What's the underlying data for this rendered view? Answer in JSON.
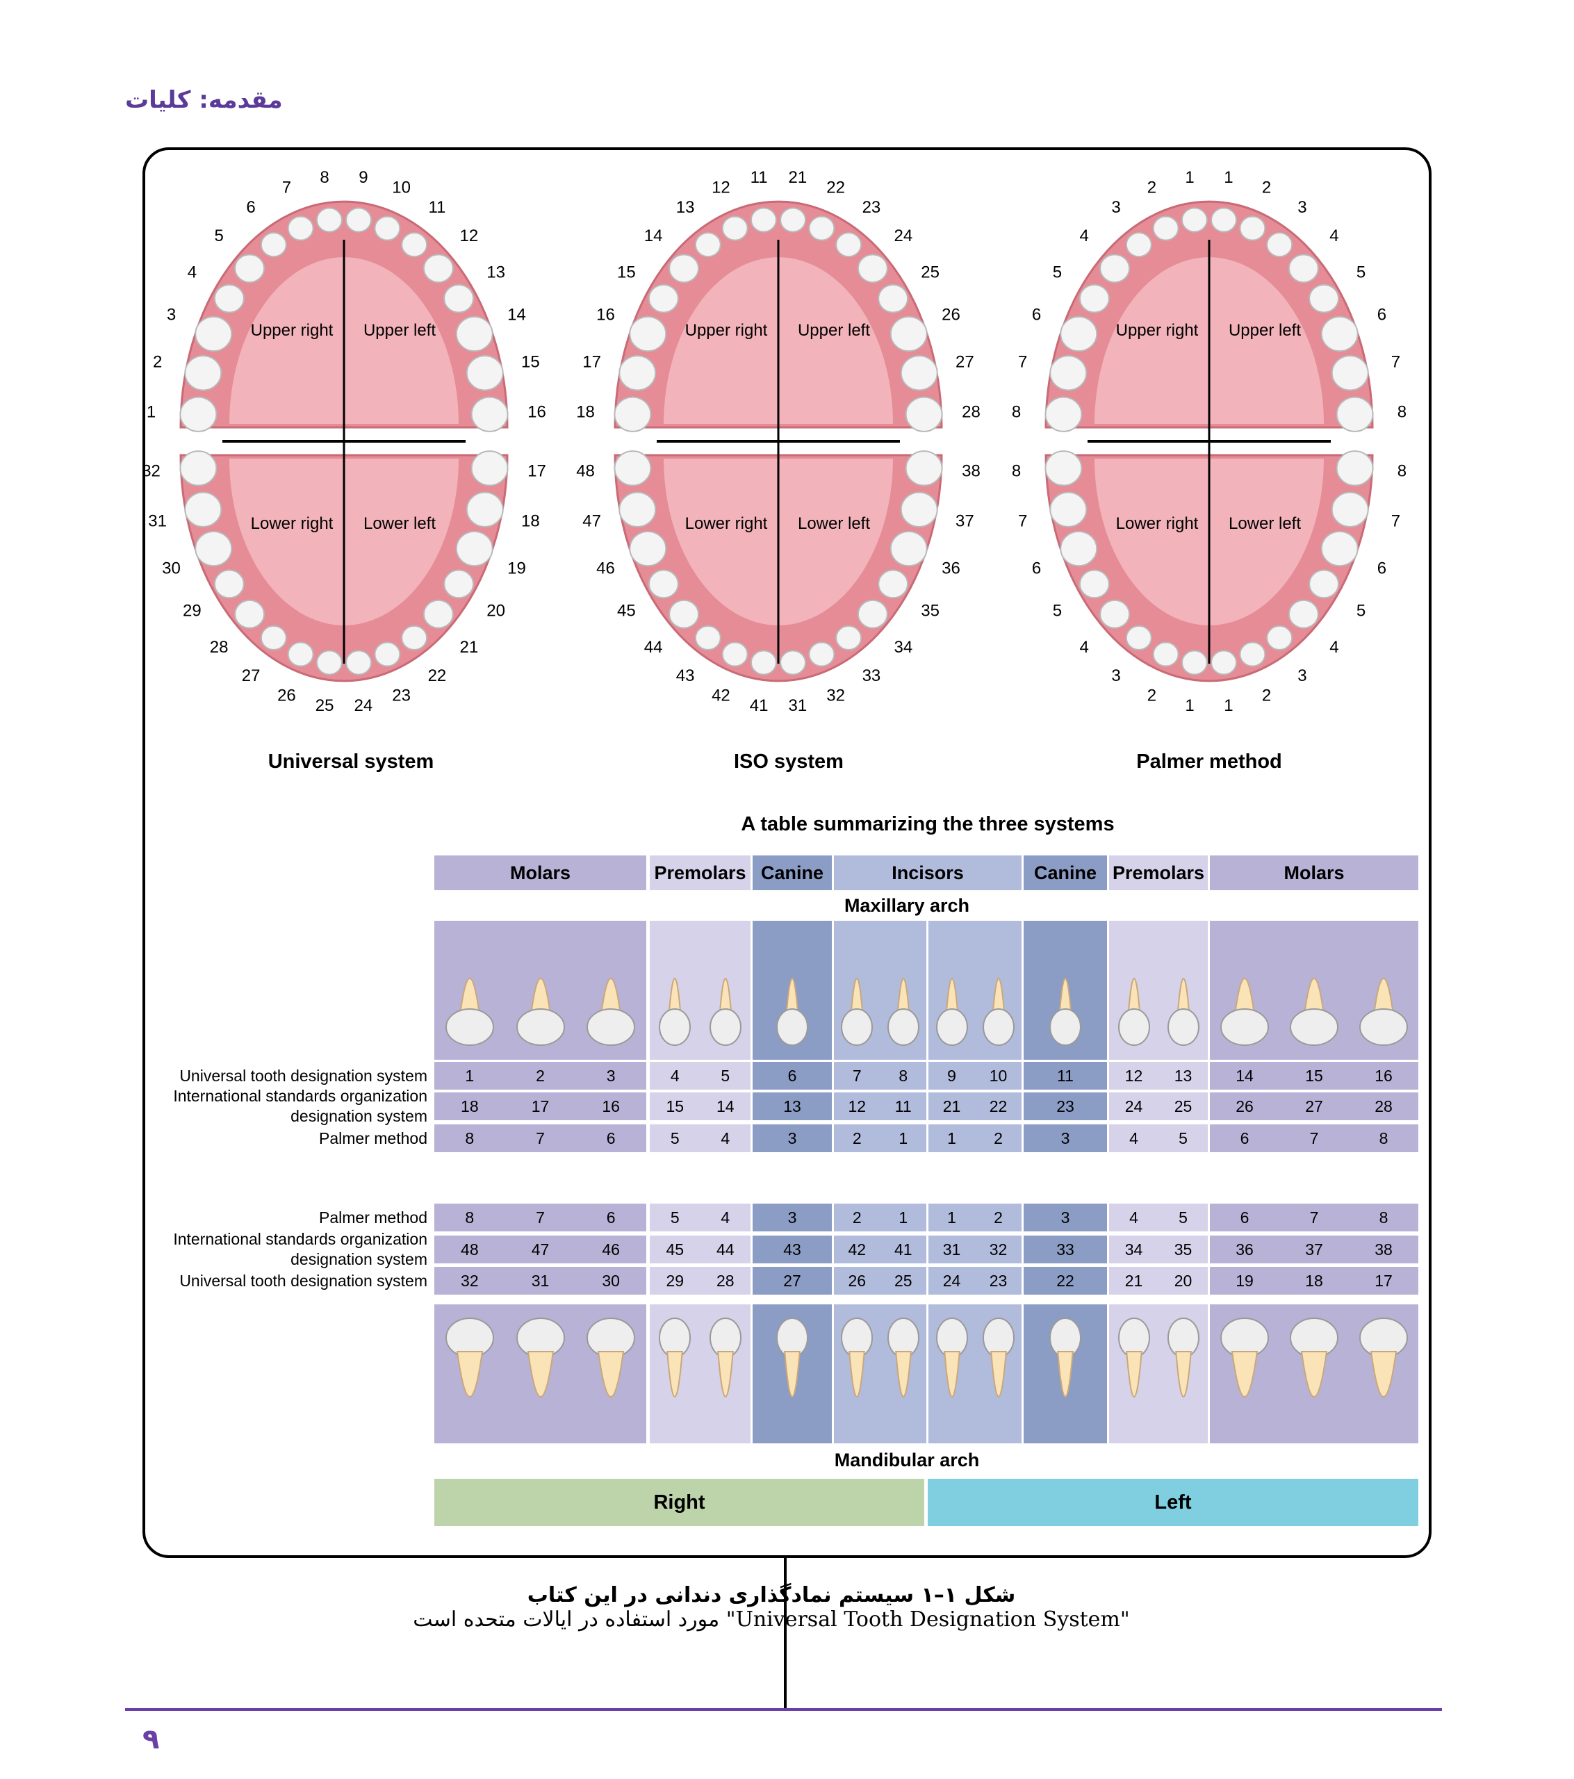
{
  "header": {
    "running_title": "مقدمه: کلیات"
  },
  "arches": [
    {
      "title": "Universal system",
      "upper_numbers": [
        "1",
        "2",
        "3",
        "4",
        "5",
        "6",
        "7",
        "8",
        "9",
        "10",
        "11",
        "12",
        "13",
        "14",
        "15",
        "16"
      ],
      "lower_numbers": [
        "17",
        "18",
        "19",
        "20",
        "21",
        "22",
        "23",
        "24",
        "25",
        "26",
        "27",
        "28",
        "29",
        "30",
        "31",
        "32"
      ],
      "quadrants": {
        "ur": "Upper right",
        "ul": "Upper left",
        "lr": "Lower right",
        "ll": "Lower left"
      }
    },
    {
      "title": "ISO system",
      "upper_numbers": [
        "18",
        "17",
        "16",
        "15",
        "14",
        "13",
        "12",
        "11",
        "21",
        "22",
        "23",
        "24",
        "25",
        "26",
        "27",
        "28"
      ],
      "lower_numbers": [
        "38",
        "37",
        "36",
        "35",
        "34",
        "33",
        "32",
        "31",
        "41",
        "42",
        "43",
        "44",
        "45",
        "46",
        "47",
        "48"
      ],
      "quadrants": {
        "ur": "Upper right",
        "ul": "Upper left",
        "lr": "Lower right",
        "ll": "Lower left"
      }
    },
    {
      "title": "Palmer method",
      "upper_numbers": [
        "8",
        "7",
        "6",
        "5",
        "4",
        "3",
        "2",
        "1",
        "1",
        "2",
        "3",
        "4",
        "5",
        "6",
        "7",
        "8"
      ],
      "lower_numbers": [
        "8",
        "7",
        "6",
        "5",
        "4",
        "3",
        "2",
        "1",
        "1",
        "2",
        "3",
        "4",
        "5",
        "6",
        "7",
        "8"
      ],
      "quadrants": {
        "ur": "Upper right",
        "ul": "Upper left",
        "lr": "Lower right",
        "ll": "Lower left"
      }
    }
  ],
  "table": {
    "title": "A table summarizing the three systems",
    "groups": [
      "Molars",
      "Premolars",
      "Canine",
      "Incisors",
      "Canine",
      "Premolars",
      "Molars"
    ],
    "maxillary_label": "Maxillary arch",
    "mandibular_label": "Mandibular arch",
    "upper_rows": [
      {
        "label": "Universal tooth designation system",
        "values": [
          "1",
          "2",
          "3",
          "4",
          "5",
          "6",
          "7",
          "8",
          "9",
          "10",
          "11",
          "12",
          "13",
          "14",
          "15",
          "16"
        ]
      },
      {
        "label": "International standards organization designation system",
        "values": [
          "18",
          "17",
          "16",
          "15",
          "14",
          "13",
          "12",
          "11",
          "21",
          "22",
          "23",
          "24",
          "25",
          "26",
          "27",
          "28"
        ]
      },
      {
        "label": "Palmer method",
        "values": [
          "8",
          "7",
          "6",
          "5",
          "4",
          "3",
          "2",
          "1",
          "1",
          "2",
          "3",
          "4",
          "5",
          "6",
          "7",
          "8"
        ]
      }
    ],
    "lower_rows": [
      {
        "label": "Palmer method",
        "values": [
          "8",
          "7",
          "6",
          "5",
          "4",
          "3",
          "2",
          "1",
          "1",
          "2",
          "3",
          "4",
          "5",
          "6",
          "7",
          "8"
        ]
      },
      {
        "label": "International standards organization designation system",
        "values": [
          "48",
          "47",
          "46",
          "45",
          "44",
          "43",
          "42",
          "41",
          "31",
          "32",
          "33",
          "34",
          "35",
          "36",
          "37",
          "38"
        ]
      },
      {
        "label": "Universal tooth designation system",
        "values": [
          "32",
          "31",
          "30",
          "29",
          "28",
          "27",
          "26",
          "25",
          "24",
          "23",
          "22",
          "21",
          "20",
          "19",
          "18",
          "17"
        ]
      }
    ],
    "right_label": "Right",
    "left_label": "Left"
  },
  "caption": {
    "line1": "شکل ۱–۱ سیستم نمادگذاری دندانی در این کتاب",
    "line2": "\"Universal Tooth Designation System\" مورد استفاده در ایالات متحده است"
  },
  "page_number": "۹",
  "colors": {
    "molar": "#b7b2d6",
    "premolar": "#d5d2ea",
    "canine": "#8b9cc5",
    "incisor": "#b1bbdc",
    "right": "#bdd3a9",
    "left": "#7fcfe1",
    "accent": "#5b3a99",
    "gum": "#e58c96",
    "palate": "#e88f99"
  }
}
